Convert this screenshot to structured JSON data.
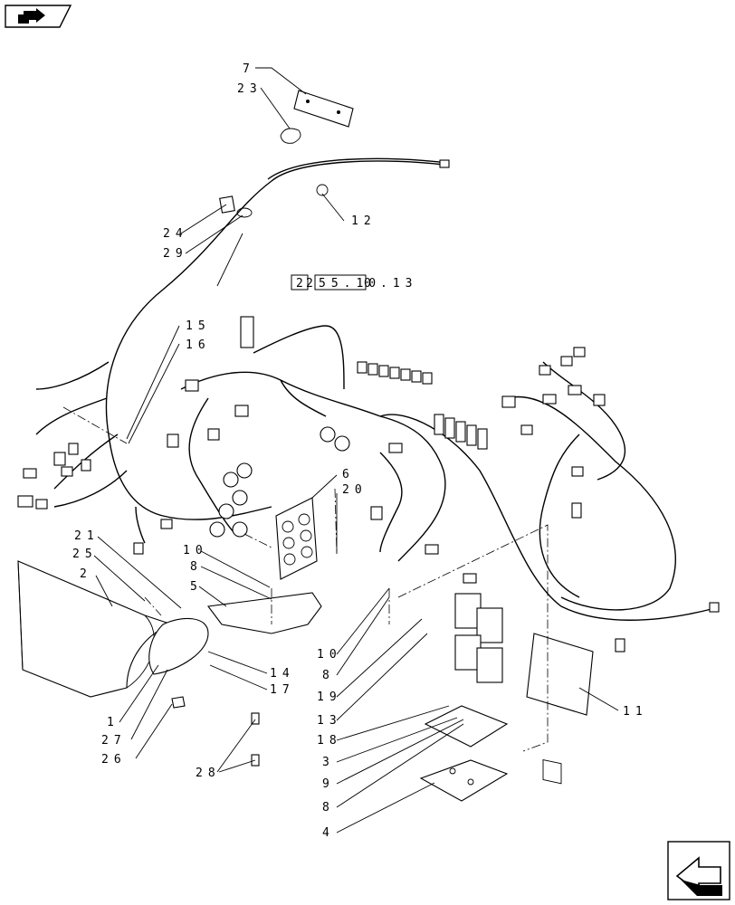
{
  "reference": {
    "prefix": "2",
    "mid": "2",
    "body": "55.10",
    "boxed": "0",
    "suffix": ".13"
  },
  "callouts": [
    {
      "id": "c7",
      "text": "7"
    },
    {
      "id": "c23",
      "text": "23"
    },
    {
      "id": "c12",
      "text": "12"
    },
    {
      "id": "c24",
      "text": "24"
    },
    {
      "id": "c29",
      "text": "29"
    },
    {
      "id": "c15",
      "text": "15"
    },
    {
      "id": "c16",
      "text": "16"
    },
    {
      "id": "c6",
      "text": "6"
    },
    {
      "id": "c20",
      "text": "20"
    },
    {
      "id": "c21",
      "text": "21"
    },
    {
      "id": "c25",
      "text": "25"
    },
    {
      "id": "c2",
      "text": "2"
    },
    {
      "id": "c10a",
      "text": "10"
    },
    {
      "id": "c8a",
      "text": "8"
    },
    {
      "id": "c5",
      "text": "5"
    },
    {
      "id": "c14",
      "text": "14"
    },
    {
      "id": "c17",
      "text": "17"
    },
    {
      "id": "c1",
      "text": "1"
    },
    {
      "id": "c27",
      "text": "27"
    },
    {
      "id": "c26",
      "text": "26"
    },
    {
      "id": "c28",
      "text": "28"
    },
    {
      "id": "c10b",
      "text": "10"
    },
    {
      "id": "c8b",
      "text": "8"
    },
    {
      "id": "c19",
      "text": "19"
    },
    {
      "id": "c13",
      "text": "13"
    },
    {
      "id": "c18",
      "text": "18"
    },
    {
      "id": "c3",
      "text": "3"
    },
    {
      "id": "c9",
      "text": "9"
    },
    {
      "id": "c8c",
      "text": "8"
    },
    {
      "id": "c4",
      "text": "4"
    },
    {
      "id": "c11",
      "text": "11"
    }
  ],
  "nav": {
    "top_icon": "folder-arrow-icon",
    "bottom_icon": "next-page-arrow-icon"
  }
}
